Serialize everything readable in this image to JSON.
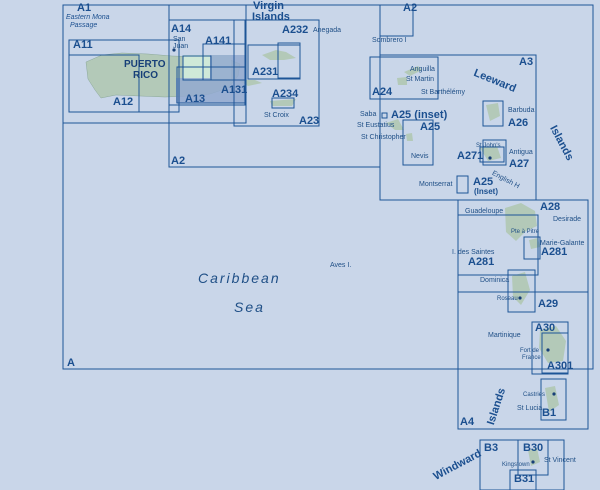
{
  "colors": {
    "sea": "#c9d6e9",
    "land": "#b3c9b8",
    "highlight": "#cfe9d8",
    "shaded": "#92a9cf",
    "frame": "#1d5597",
    "text": "#1b4f8f"
  },
  "sheet_codes": {
    "A": "A",
    "A1": "A1",
    "A11": "A11",
    "A12": "A12",
    "A13": "A13",
    "A131": "A131",
    "A14": "A14",
    "A141": "A141",
    "A2_top": "A2",
    "A2_bottom": "A2",
    "A231": "A231",
    "A232": "A232",
    "A234": "A234",
    "A23": "A23",
    "A3": "A3",
    "A24": "A24",
    "A25_inset_top": "A25 (inset)",
    "A25": "A25",
    "A26": "A26",
    "A271": "A271",
    "A27": "A27",
    "A25_inset_mid_line1": "A25",
    "A25_inset_mid_line2": "(Inset)",
    "A28": "A28",
    "A281": "A281",
    "A281_left": "A281",
    "A29": "A29",
    "A30": "A30",
    "A301": "A301",
    "A4": "A4",
    "B1": "B1",
    "B3": "B3",
    "B30": "B30",
    "B31": "B31"
  },
  "places": {
    "eastern_mona_line1": "Eastern Mona",
    "eastern_mona_line2": "Passage",
    "puerto_rico_line1": "PUERTO",
    "puerto_rico_line2": "RICO",
    "san_juan_line1": "San",
    "san_juan_line2": "Juan",
    "anegada": "Anegada",
    "st_croix": "St Croix",
    "sombrero": "Sombrero I",
    "anguilla": "Anguilla",
    "st_martin": "St Martin",
    "st_barthelemy": "St Barthélémy",
    "saba": "Saba",
    "st_eustatius": "St Eustatius",
    "st_christopher": "St Christopher",
    "nevis": "Nevis",
    "barbuda": "Barbuda",
    "st_johns_line1": "St John's",
    "antigua": "Antigua",
    "english_harbour": "English H",
    "montserrat": "Montserrat",
    "guadeloupe": "Guadeloupe",
    "pointe_a_pitre": "Pte à Pitre",
    "desirade": "Desirade",
    "marie_galante": "Marie-Galante",
    "iles_des_saintes": "I. des Saintes",
    "dominica": "Dominica",
    "roseau": "Roseau",
    "aves": "Aves I.",
    "martinique": "Martinique",
    "fort_de_france_line1": "Fort de",
    "fort_de_france_line2": "France",
    "castries": "Castries",
    "st_lucia": "St Lucia",
    "kingstown": "Kingstown",
    "st_vincent": "St Vincent"
  },
  "regions": {
    "virgin_line1": "Virgin",
    "virgin_line2": "Islands",
    "leeward": "Leeward",
    "leeward_islands": "Islands",
    "windward": "Windward",
    "windward_islands": "Islands",
    "caribbean": "Caribbean",
    "sea": "Sea"
  }
}
